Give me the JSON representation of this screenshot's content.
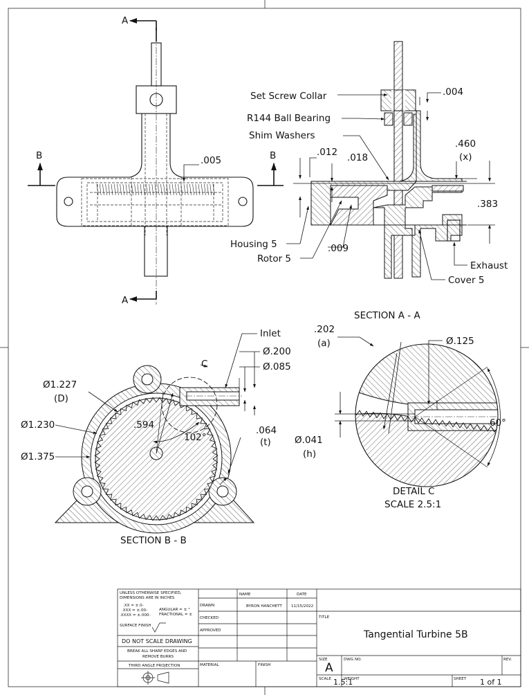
{
  "title_block": {
    "notes": [
      "UNLESS OTHERWISE SPECIFIED,",
      "DIMENSIONS ARE IN INCHES",
      ".XX = ±.0-",
      ".XXX = ±.00-",
      ".XXXX = ±.000-",
      "ANGULAR = ± °",
      "FRACTIONAL = ±",
      "SURFACE FINISH"
    ],
    "do_not_scale": "DO NOT SCALE DRAWING",
    "break_edges": [
      "BREAK ALL SHARP EDGES AND",
      "REMOVE BURRS"
    ],
    "projection": "THIRD ANGLE PROJECTION",
    "material_label": "MATERIAL",
    "finish_label": "FINISH",
    "name_header": "NAME",
    "date_header": "DATE",
    "drawn_label": "DRAWN",
    "checked_label": "CHECKED",
    "approved_label": "APPROVED",
    "drawn_name": "BYRON HANCHETT",
    "drawn_date": "11/15/2022",
    "title_label": "TITLE",
    "title": "Tangential Turbine 5B",
    "size_label": "SIZE",
    "size": "A",
    "dwg_no_label": "DWG NO.",
    "rev_label": "REV.",
    "scale_label": "SCALE",
    "scale": "1.5:1",
    "weight_label": "WEIGHT",
    "sheet_label": "SHEET",
    "sheet": "1 of 1"
  },
  "views": {
    "front": {
      "section_a_top": "A",
      "section_a_bottom": "A",
      "section_b_left": "B",
      "section_b_right": "B",
      "dim_005": ".005"
    },
    "section_aa": {
      "title": "SECTION A - A",
      "callouts": {
        "set_screw_collar": "Set Screw Collar",
        "ball_bearing": "R144 Ball Bearing",
        "shim_washers": "Shim Washers",
        "housing": "Housing 5",
        "rotor": "Rotor 5",
        "exhaust": "Exhaust",
        "cover": "Cover 5"
      },
      "dims": {
        "d004": ".004",
        "d012": ".012",
        "d018": ".018",
        "d460": ".460",
        "d460_note": "(x)",
        "d383": ".383",
        "d009": ".009"
      }
    },
    "section_bb": {
      "title": "SECTION B - B",
      "detail_marker": "C",
      "callouts": {
        "inlet": "Inlet"
      },
      "dims": {
        "d200": "Ø.200",
        "d085": "Ø.085",
        "d1227": "Ø1.227",
        "d1227_note": "(D)",
        "d1230": "Ø1.230",
        "d1375": "Ø1.375",
        "d594": ".594",
        "d102": "102°",
        "d064": ".064",
        "d064_note": "(t)"
      }
    },
    "detail_c": {
      "title": "DETAIL C",
      "scale": "SCALE 2.5:1",
      "dims": {
        "d202": ".202",
        "d202_note": "(a)",
        "d125": "Ø.125",
        "d041": "Ø.041",
        "d041_note": "(h)",
        "d60": "60°"
      }
    }
  }
}
